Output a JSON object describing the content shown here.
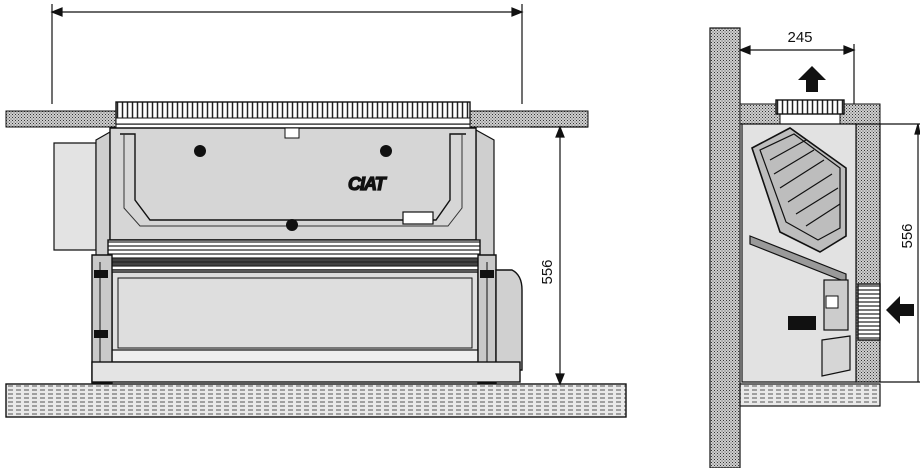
{
  "front_view": {
    "brand_logo": "CIAT",
    "height_dimension": "556"
  },
  "side_view": {
    "depth_dimension": "245",
    "height_dimension": "556"
  },
  "colors": {
    "line": "#111111",
    "unit_fill": "#d9d9d9",
    "floor_fill": "#e6e6e6"
  }
}
